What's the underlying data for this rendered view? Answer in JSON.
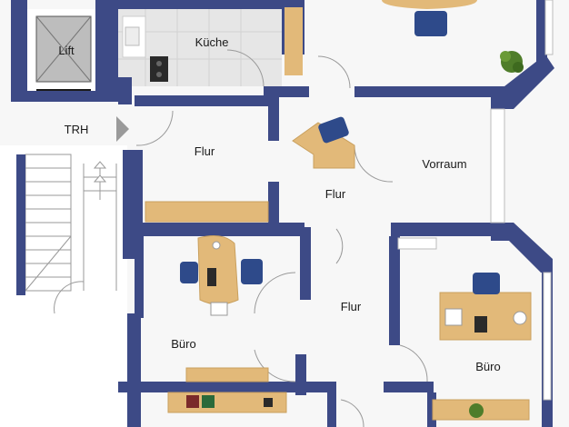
{
  "colors": {
    "wall": "#3d4a86",
    "floor": "#f7f7f7",
    "tile": "#e8e8e8",
    "wood": "#e2b979",
    "wood_dark": "#c9a05e",
    "chair": "#2e4a8a",
    "plant": "#4f7d2a",
    "stair": "#ffffff",
    "lift": "#bfbfbf"
  },
  "rooms": {
    "lift": "Lift",
    "kueche": "Küche",
    "trh": "TRH",
    "flur_1": "Flur",
    "flur_2": "Flur",
    "flur_3": "Flur",
    "vorraum": "Vorraum",
    "buero_left": "Büro",
    "buero_right": "Büro"
  }
}
